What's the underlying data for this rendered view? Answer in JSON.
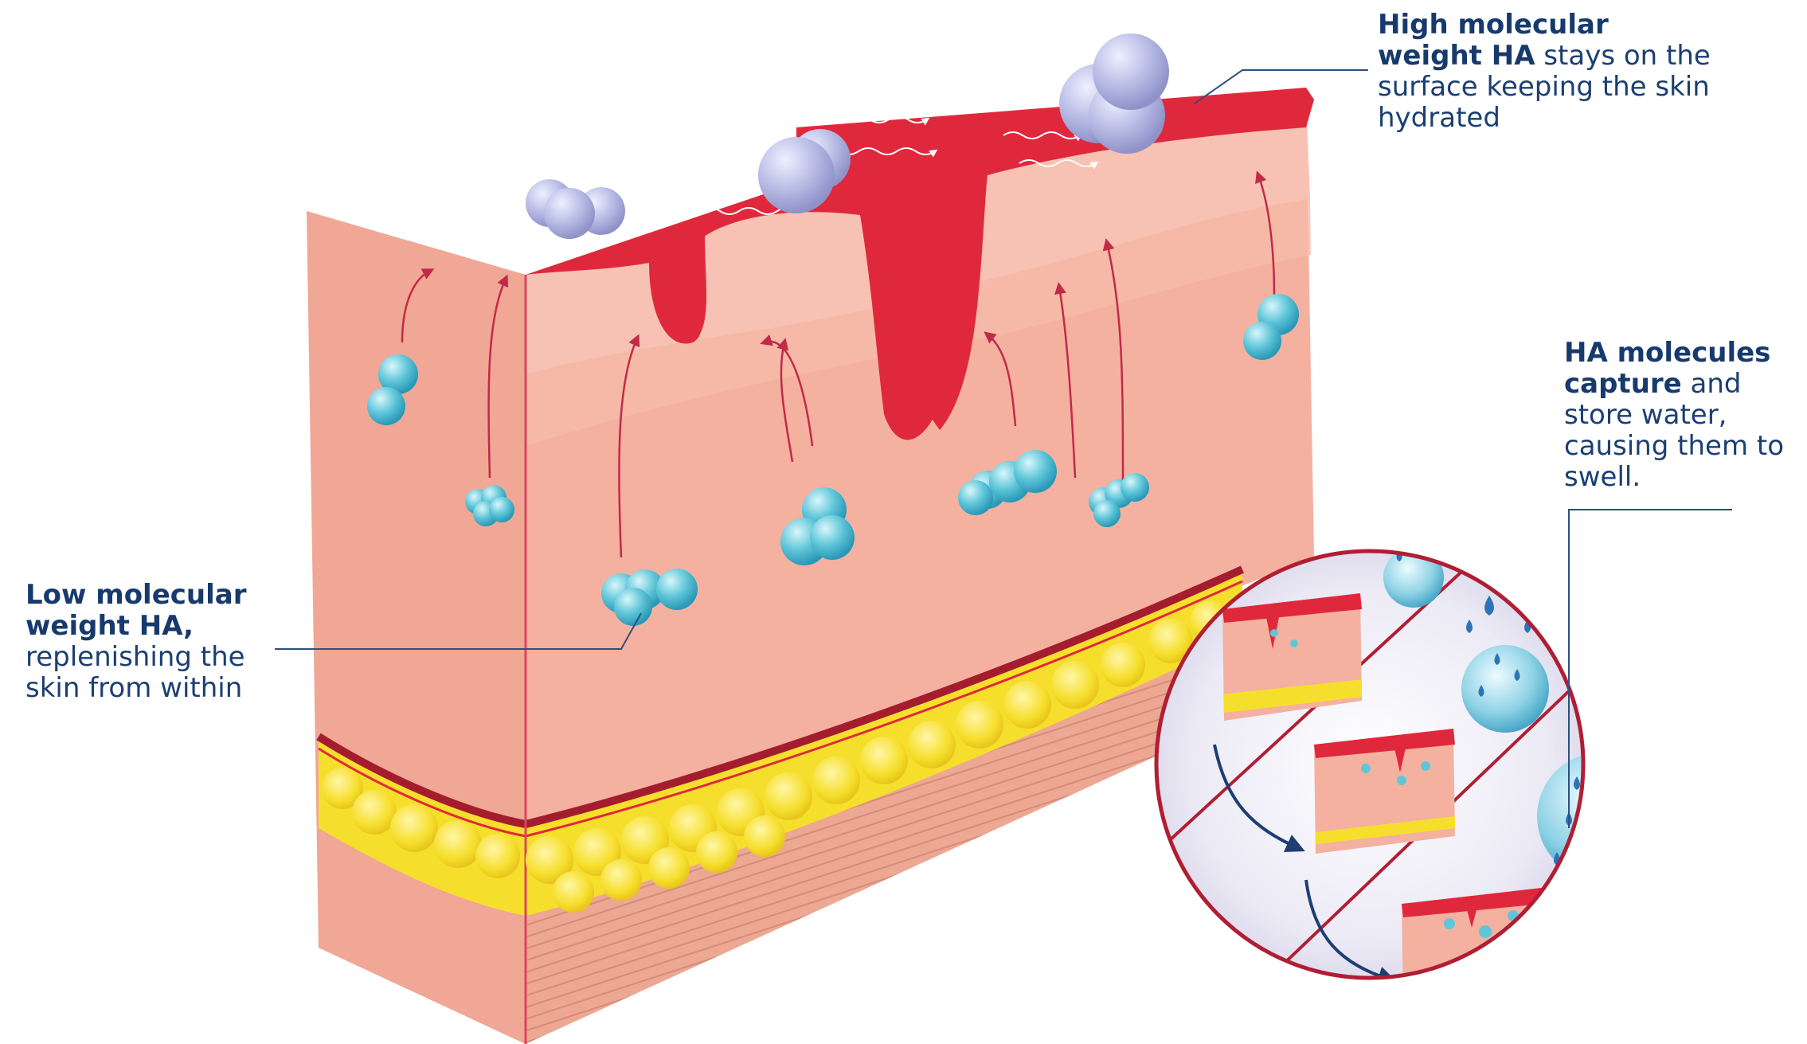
{
  "labels": {
    "high": {
      "bold": "High molecular weight HA",
      "rest": " stays on the surface keeping the skin hydrated"
    },
    "swell": {
      "bold": "HA molecules capture",
      "rest": " and store water, causing them to swell."
    },
    "low": {
      "bold": "Low molecular weight HA,",
      "rest": " replenishing the skin from within"
    }
  },
  "colors": {
    "text": "#1b3f73",
    "leader_line": "#2c4f80",
    "skin_front": "#f4b1a0",
    "skin_top_band": "#f7c2b3",
    "epidermis_red": "#e0283c",
    "dark_red": "#a31d2e",
    "fat_yellow": "#f6df2c",
    "hypodermis": "#eaa391",
    "hmw_molecule": "#b9bde6",
    "lmw_molecule": "#5fc6d9",
    "circle_outline": "#b01e33",
    "arrow_pink": "#c22a48",
    "arrow_navy": "#1e3e73",
    "water_drop": "#2c74b6"
  }
}
